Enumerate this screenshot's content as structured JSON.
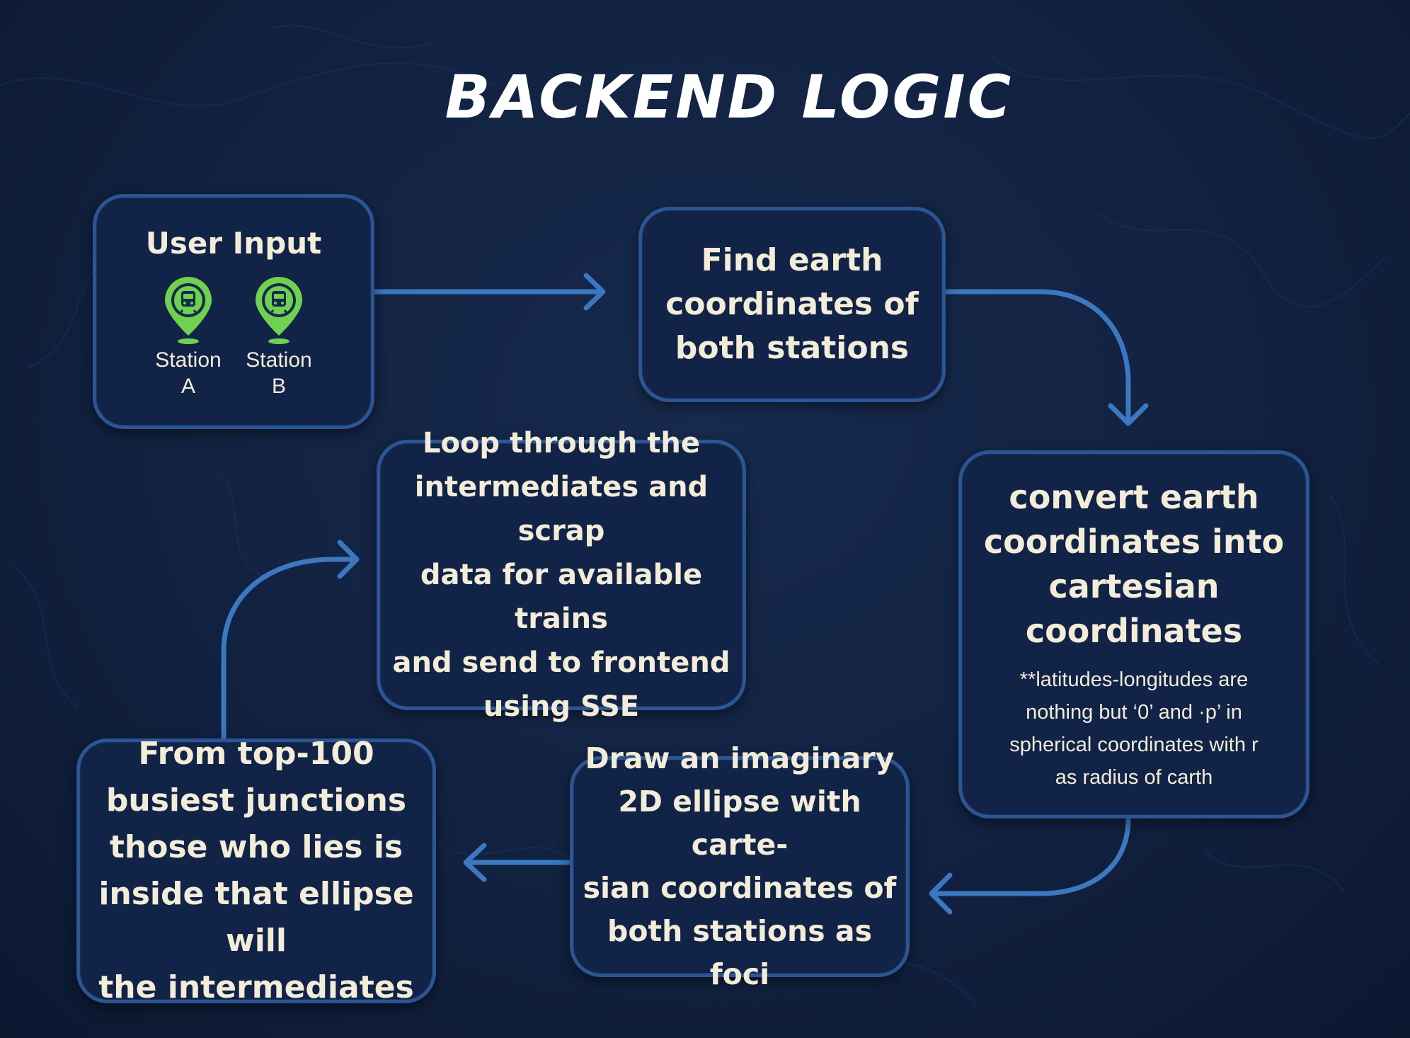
{
  "title": "BACKEND LOGIC",
  "colors": {
    "background": "#0f1b33",
    "box_fill": "#112347",
    "box_border": "#2b5594",
    "arrow": "#3b78c0",
    "text": "#f3ecd8",
    "pin_green": "#6fd14f"
  },
  "nodes": {
    "user_input": {
      "title": "User Input",
      "stations": [
        {
          "label": "Station\nA",
          "icon": "train-pin-icon"
        },
        {
          "label": "Station\nB",
          "icon": "train-pin-icon"
        }
      ]
    },
    "find_coords": {
      "text": "Find earth\ncoordinates of\nboth stations"
    },
    "convert": {
      "text": "convert earth\ncoordinates into\ncartesian\ncoordinates",
      "note": "**latitudes-longitudes are\nnothing but ‘0’ and ·p’ in\nspherical coordinates with r\nas radius of carth"
    },
    "ellipse": {
      "text": "Draw an imaginary\n2D ellipse with carte-\nsian coordinates of\nboth stations as foci"
    },
    "top100": {
      "text": "From top-100\nbusiest junctions\nthose who lies is\ninside that ellipse will\nthe intermediates"
    },
    "loop": {
      "text": "Loop through the\nintermediates and scrap\ndata for available trains\nand send to frontend\nusing SSE"
    }
  },
  "edges": [
    {
      "from": "user_input",
      "to": "find_coords"
    },
    {
      "from": "find_coords",
      "to": "convert"
    },
    {
      "from": "convert",
      "to": "ellipse"
    },
    {
      "from": "ellipse",
      "to": "top100"
    },
    {
      "from": "top100",
      "to": "loop"
    }
  ]
}
